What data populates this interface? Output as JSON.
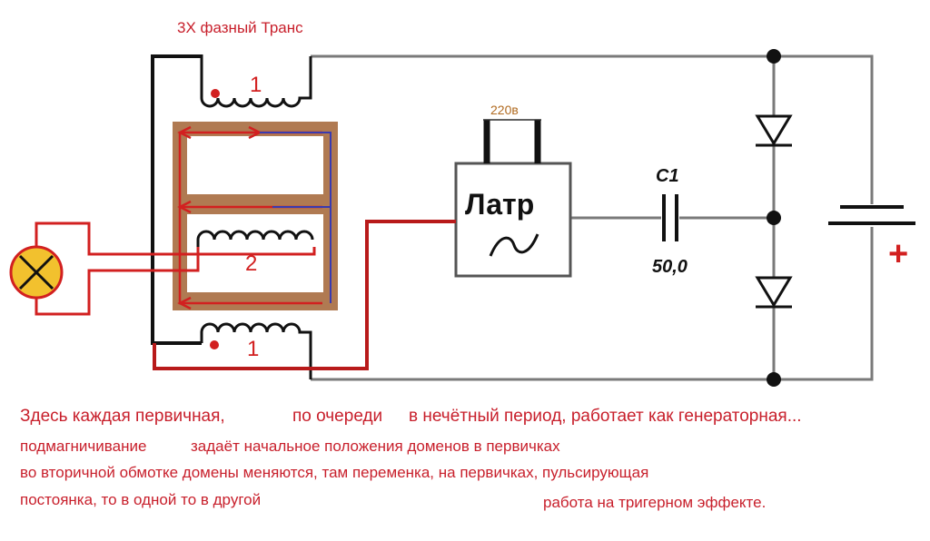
{
  "diagram": {
    "title": "3Х фазный Транс",
    "winding_top_label": "1",
    "winding_secondary_label": "2",
    "winding_bottom_label": "1",
    "mains_label": "220в",
    "latr_label": "Латр",
    "latr_symbol": "~",
    "capacitor_name": "C1",
    "capacitor_value": "50,0",
    "battery_polarity": "+"
  },
  "notes": {
    "line1_a": "Здесь каждая первичная,",
    "line1_b": "по очереди",
    "line1_c": "в нечётный период, работает как генераторная...",
    "line2_a": "подмагничивание",
    "line2_b": "задаёт начальное положения доменов в первичках",
    "line3": "во вторичной обмотке домены меняются, там переменка, на первичках, пульсирующая",
    "line4_a": "постоянка, то в одной то в другой",
    "line4_b": "работа на тригерном эффекте."
  },
  "colors": {
    "wire": "#7a7a7a",
    "wire_dark": "#111111",
    "red": "#d22020",
    "blue": "#3a3ab0",
    "core": "#b07a52",
    "lamp": "#f2c12e",
    "note": "#c8202c"
  }
}
